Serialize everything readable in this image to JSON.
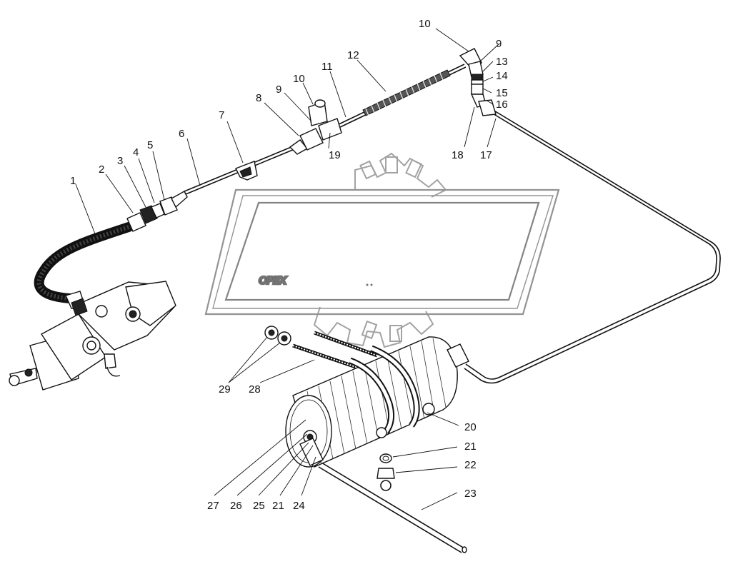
{
  "watermark": {
    "text": "OPEX"
  },
  "callouts": [
    "1",
    "2",
    "3",
    "4",
    "5",
    "6",
    "7",
    "8",
    "9",
    "10",
    "11",
    "12",
    "13",
    "14",
    "15",
    "16",
    "17",
    "18",
    "19",
    "20",
    "21",
    "22",
    "23",
    "24",
    "25",
    "26",
    "27",
    "28",
    "29",
    "9",
    "10",
    "21"
  ]
}
